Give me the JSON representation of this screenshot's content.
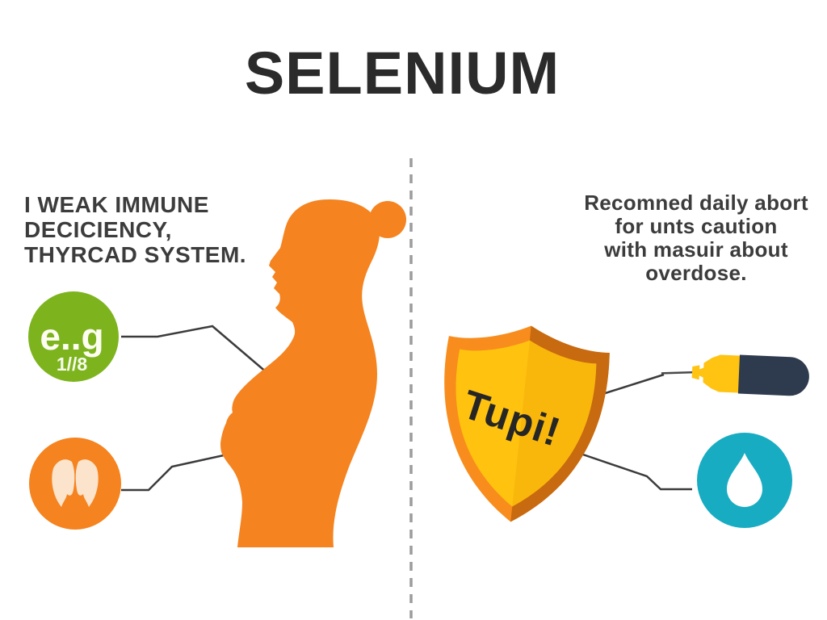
{
  "title": "SELENIUM",
  "left_panel": {
    "text_lines": [
      "I WEAK IMMUNE",
      "DECICIENCY,",
      "THYRCAD SYSTEM."
    ],
    "example_badge": {
      "label": "e..g",
      "sublabel": "1//8"
    },
    "figure": "pregnant-woman-silhouette"
  },
  "right_panel": {
    "text_lines": [
      "Recomned daily abort",
      "for unts caution",
      "with masuir about",
      "overdose."
    ],
    "shield_label": "Tupi!"
  },
  "icons": {
    "badge": "eg-dosage-badge",
    "thyroid": "thyroid-butterfly-icon",
    "shield": "protection-shield-icon",
    "syringe": "syringe-icon",
    "drop": "water-drop-icon"
  },
  "colors": {
    "orange": "#F5831F",
    "green": "#7DB41E",
    "teal": "#18ACC2",
    "shield_yellow": "#FFC30F",
    "shield_orange": "#F88D1D",
    "shield_edge_dark": "#C76A10",
    "syringe_navy": "#2E3A4D",
    "syringe_yellow": "#FFC312",
    "text_dark": "#3C3C3C",
    "title_dark": "#2B2B2B",
    "divider_gray": "#9C9C9C",
    "connector_dark": "#3B3B3B"
  }
}
